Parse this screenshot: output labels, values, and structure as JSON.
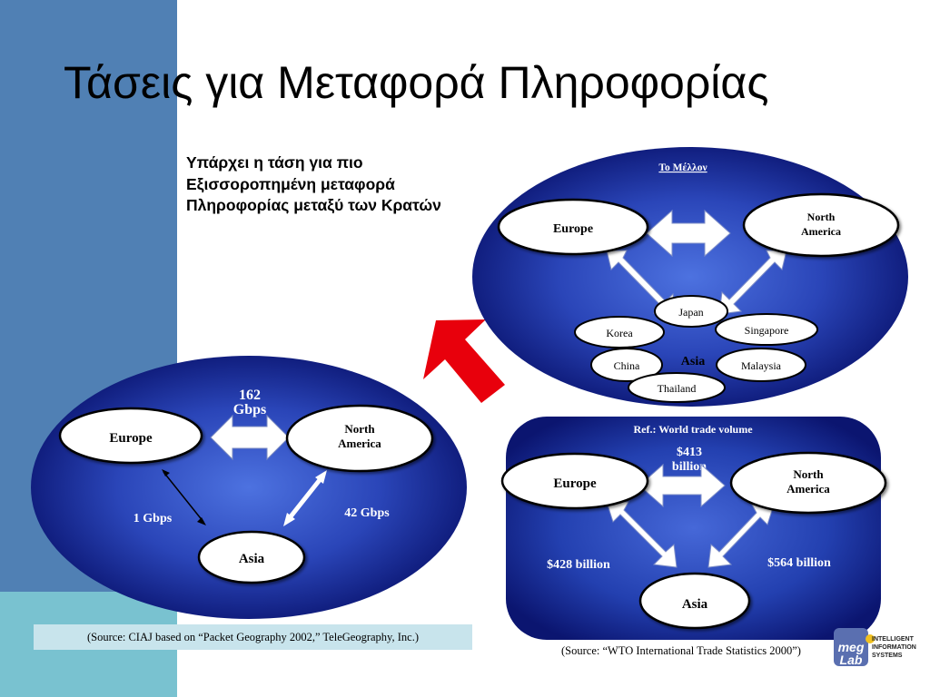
{
  "slide": {
    "title": "Τάσεις για Μεταφορά Πληροφορίας",
    "intro": "Υπάρχει η τάση για πιο Εξισσοροπημένη μεταφορά Πληροφορίας μεταξύ των Κρατών"
  },
  "left_diagram": {
    "nodes": {
      "europe": "Europe",
      "north_america": "North America",
      "asia": "Asia"
    },
    "links": {
      "europe_north_america": "162 Gbps",
      "europe_asia": "1 Gbps",
      "north_america_asia": "42 Gbps"
    },
    "source": "(Source: CIAJ based on “Packet Geography 2002,” TeleGeography, Inc.)"
  },
  "future_diagram": {
    "heading": "Το Μέλλον",
    "nodes": {
      "europe": "Europe",
      "north_america": "North America",
      "asia": "Asia"
    },
    "asia_countries": [
      "Japan",
      "Korea",
      "Singapore",
      "China",
      "Malaysia",
      "Thailand"
    ]
  },
  "trade_diagram": {
    "heading": "Ref.: World trade volume",
    "nodes": {
      "europe": "Europe",
      "north_america": "North America",
      "asia": "Asia"
    },
    "links": {
      "europe_north_america": "$413 billion",
      "europe_asia": "$428 billion",
      "north_america_asia": "$564 billion"
    },
    "source": "(Source: “WTO International Trade Statistics 2000”)"
  },
  "logo": {
    "line1": "INTELLIGENT",
    "line2": "INFORMATION SYSTEMS"
  },
  "colors": {
    "sidebar": "#5080b4",
    "sidebar_bottom": "#79c2d0",
    "ellipse_dark": "#0a1a78",
    "ellipse_light": "#3b5fd0",
    "arrow": "#e8000c",
    "source_box": "#c8e4ec"
  }
}
